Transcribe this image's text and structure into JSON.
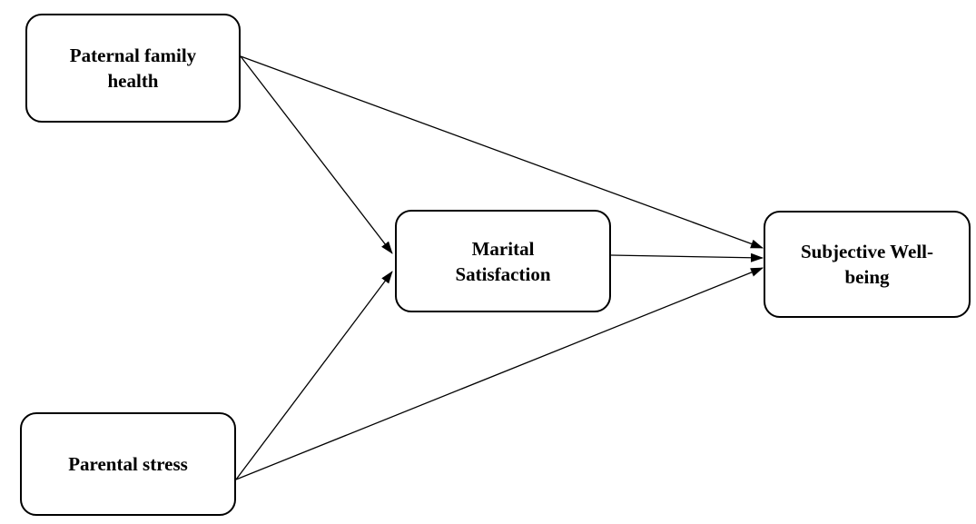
{
  "diagram": {
    "nodes": {
      "paternal_family_health": {
        "label": "Paternal family health"
      },
      "parental_stress": {
        "label": "Parental stress"
      },
      "marital_satisfaction": {
        "label": "Marital Satisfaction"
      },
      "subjective_wellbeing": {
        "label": "Subjective Well-being"
      }
    },
    "edges": [
      {
        "from": "paternal_family_health",
        "to": "marital_satisfaction"
      },
      {
        "from": "paternal_family_health",
        "to": "subjective_wellbeing"
      },
      {
        "from": "parental_stress",
        "to": "marital_satisfaction"
      },
      {
        "from": "parental_stress",
        "to": "subjective_wellbeing"
      },
      {
        "from": "marital_satisfaction",
        "to": "subjective_wellbeing"
      }
    ],
    "colors": {
      "stroke": "#000000",
      "background": "#ffffff"
    }
  }
}
